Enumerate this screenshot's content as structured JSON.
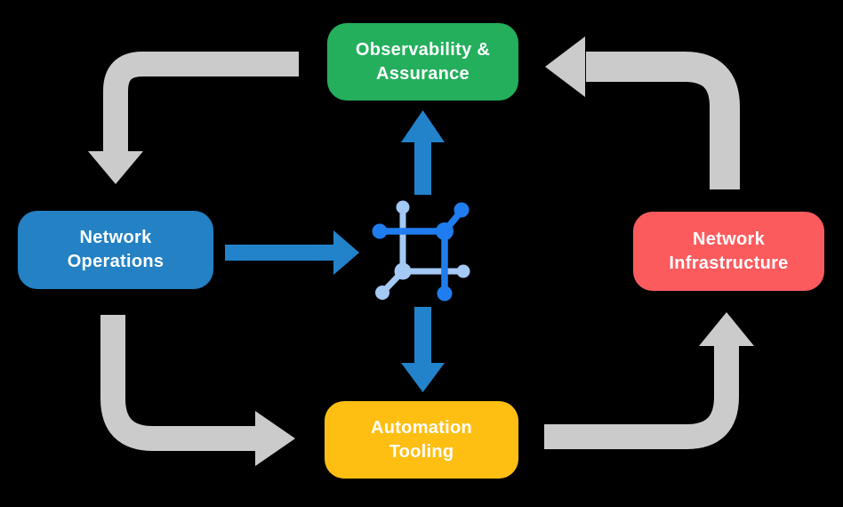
{
  "diagram": {
    "background_color": "#000000",
    "nodes": {
      "observability_assurance": {
        "label": "Observability &\nAssurance",
        "color": "#23AF5C",
        "text_color": "#FFFFFF"
      },
      "network_operations": {
        "label": "Network\nOperations",
        "color": "#2381C4",
        "text_color": "#FFFFFF"
      },
      "network_infrastructure": {
        "label": "Network\nInfrastructure",
        "color": "#FC5B5E",
        "text_color": "#FFFFFF"
      },
      "automation_tooling": {
        "label": "Automation\nTooling",
        "color": "#FEBF12",
        "text_color": "#FFFFFF"
      }
    },
    "cycle_arrows": {
      "color": "#CBCBCB",
      "links": [
        {
          "from": "Observability & Assurance",
          "to": "Network Operations"
        },
        {
          "from": "Network Operations",
          "to": "Automation Tooling"
        },
        {
          "from": "Automation Tooling",
          "to": "Network Infrastructure"
        },
        {
          "from": "Network Infrastructure",
          "to": "Observability & Assurance"
        }
      ]
    },
    "hub_arrows": {
      "color": "#2283CB",
      "links": [
        {
          "from": "Network Operations",
          "to": "hub"
        },
        {
          "from": "hub",
          "to": "Observability & Assurance"
        },
        {
          "from": "hub",
          "to": "Automation Tooling"
        }
      ]
    },
    "hub_icon": {
      "name": "network-mesh-icon",
      "dark_blue": "#1F7DEF",
      "light_blue": "#A4C9F5"
    }
  }
}
